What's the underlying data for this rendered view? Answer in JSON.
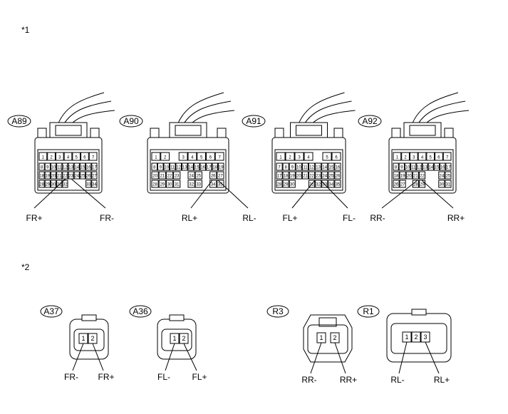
{
  "sections": {
    "top": "*1",
    "bottom": "*2"
  },
  "connectors": {
    "a89": {
      "id": "A89",
      "rows": [
        [
          "1",
          "2",
          "3",
          "4",
          "5",
          "6",
          "7"
        ],
        [
          "8",
          "9",
          "10",
          "11",
          "12",
          "13",
          "14",
          "15",
          "16",
          "17"
        ],
        [
          "18",
          "19",
          "20",
          "21",
          "22",
          "23",
          "24",
          "25",
          "26",
          "27"
        ],
        [
          "28",
          "29",
          "30",
          "31",
          "32",
          "",
          "",
          "",
          "33",
          "34"
        ]
      ],
      "labels": [
        "FR+",
        "FR-"
      ]
    },
    "a90": {
      "id": "A90",
      "rows": [
        [
          "1",
          "2",
          "",
          "3",
          "4",
          "5",
          "6",
          "7"
        ],
        [
          "8",
          "9",
          "10",
          "11",
          "12",
          "13",
          "14",
          "15",
          "16",
          "17",
          "18",
          "19"
        ],
        [
          "20",
          "21",
          "22",
          "23",
          "",
          "24",
          "25",
          "",
          "26",
          "27"
        ],
        [
          "28",
          "29",
          "30",
          "31",
          "",
          "32",
          "33",
          "",
          "34",
          "35"
        ]
      ],
      "labels": [
        "RL+",
        "RL-"
      ]
    },
    "a91": {
      "id": "A91",
      "rows": [
        [
          "1",
          "2",
          "3",
          "4",
          "",
          "5",
          "6"
        ],
        [
          "7",
          "8",
          "9",
          "10",
          "11",
          "12",
          "13",
          "14",
          "15",
          "16"
        ],
        [
          "17",
          "18",
          "19",
          "20",
          "21",
          "22",
          "23",
          "24",
          "25",
          "26"
        ],
        [
          "28",
          "29",
          "30",
          "",
          "",
          "31",
          "32",
          "33",
          "34",
          "35"
        ]
      ],
      "labels": [
        "FL+",
        "FL-"
      ]
    },
    "a92": {
      "id": "A92",
      "rows": [
        [
          "1",
          "2",
          "3",
          "4",
          "5",
          "6",
          "7"
        ],
        [
          "8",
          "9",
          "10",
          "11",
          "12",
          "13",
          "14",
          "15",
          "16",
          "17"
        ],
        [
          "18",
          "19",
          "20",
          "21",
          "22",
          "",
          "",
          "24",
          "25"
        ],
        [
          "26",
          "27",
          "",
          "28",
          "29",
          "",
          "",
          "30",
          "31"
        ]
      ],
      "labels": [
        "RR-",
        "RR+"
      ]
    },
    "a37": {
      "id": "A37",
      "pins": [
        "1",
        "2"
      ],
      "labels": [
        "FR-",
        "FR+"
      ]
    },
    "a36": {
      "id": "A36",
      "pins": [
        "1",
        "2"
      ],
      "labels": [
        "FL-",
        "FL+"
      ]
    },
    "r3": {
      "id": "R3",
      "pins": [
        "1",
        "2"
      ],
      "labels": [
        "RR-",
        "RR+"
      ]
    },
    "r1": {
      "id": "R1",
      "pins": [
        "1",
        "2",
        "3"
      ],
      "labels": [
        "RL-",
        "RL+"
      ]
    }
  }
}
